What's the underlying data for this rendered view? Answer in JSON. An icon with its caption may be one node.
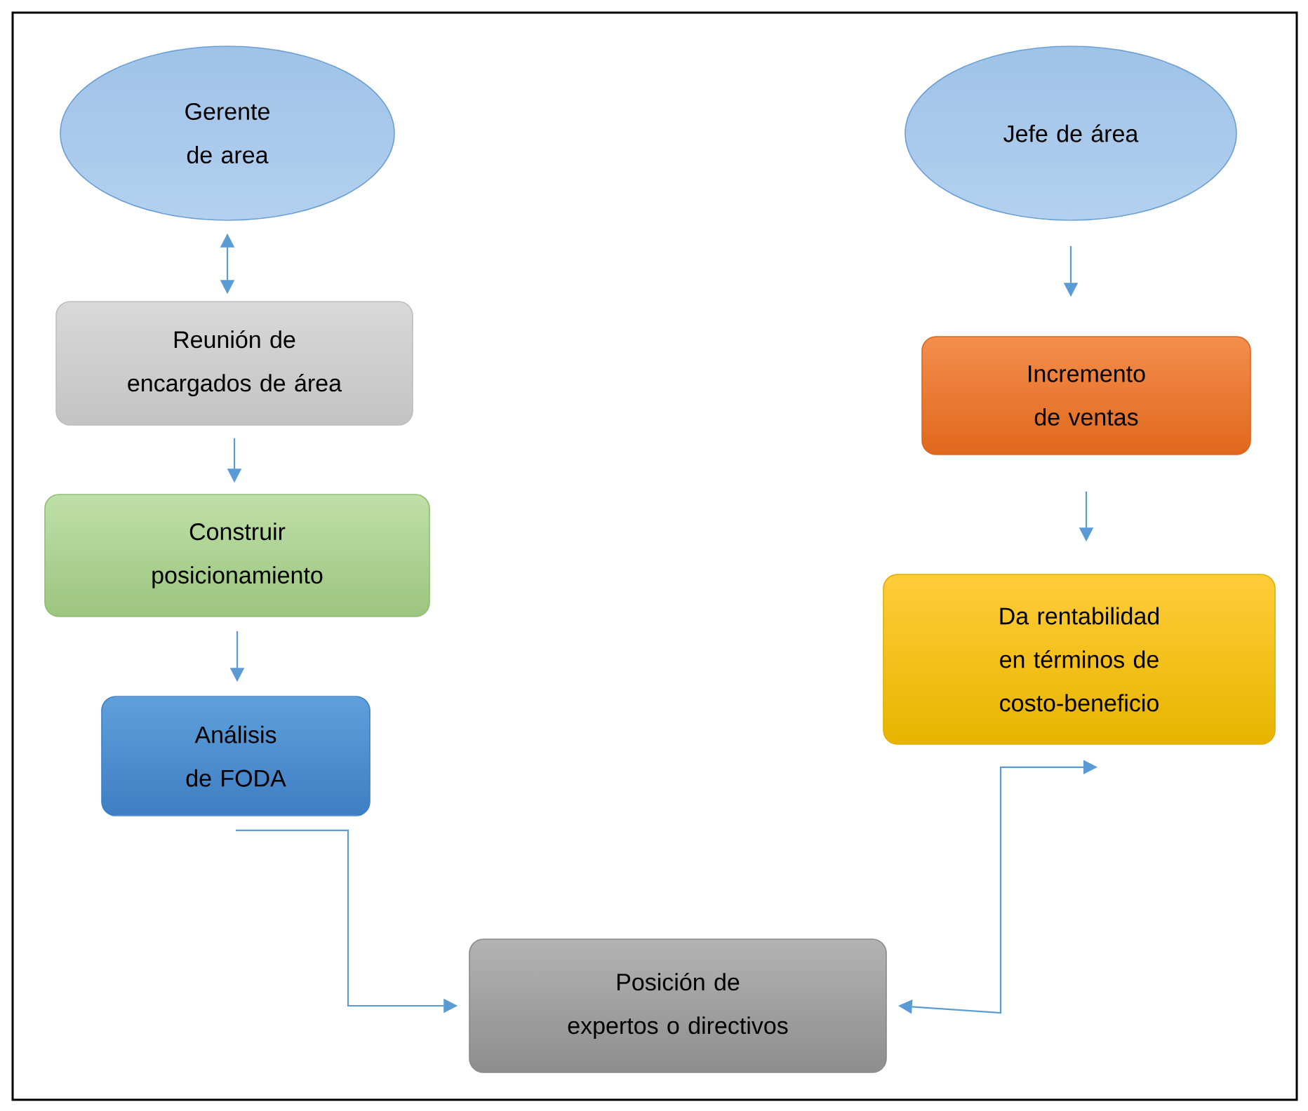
{
  "diagram": {
    "nodes": [
      {
        "text": [
          "Gerente de area"
        ]
      },
      {
        "text": [
          "Jefe de área"
        ]
      },
      {
        "text": [
          "Reunión de encargados de área"
        ]
      },
      {
        "text": [
          "Construir posicionamiento"
        ]
      },
      {
        "text": [
          "Análisis de FODA"
        ]
      },
      {
        "text": [
          "Incremento de ventas"
        ]
      },
      {
        "text": [
          "Da rentabilidad en términos de costo-beneficio"
        ]
      },
      {
        "text": [
          "Posición de expertos o directivos"
        ]
      }
    ],
    "edges": [
      {
        "from": 0,
        "to": 2,
        "arrow": "both"
      },
      {
        "from": 2,
        "to": 3,
        "arrow": "to"
      },
      {
        "from": 3,
        "to": 4,
        "arrow": "to"
      },
      {
        "from": 4,
        "to": 7,
        "arrow": "to"
      },
      {
        "from": 1,
        "to": 5,
        "arrow": "to"
      },
      {
        "from": 5,
        "to": 6,
        "arrow": "to"
      },
      {
        "from": 7,
        "to": 6,
        "arrow": "both"
      }
    ]
  }
}
